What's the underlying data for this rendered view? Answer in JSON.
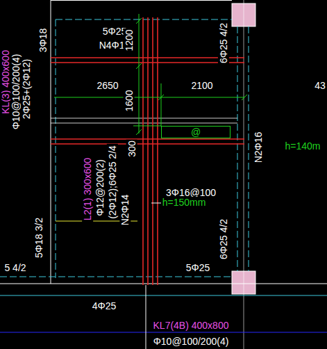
{
  "diagram": {
    "nodes": [
      {
        "text": [
          "@"
        ]
      }
    ],
    "labels": [
      "5Φ25",
      "N4Φ14",
      "3Φ18",
      "KL(3) 400x600",
      "Φ10@100/200(4)",
      "2Φ25+(2Φ12)",
      "1200",
      "2650",
      "2100",
      "43",
      "1600",
      "6Φ25 4/2",
      "N2Φ16",
      "h=140m",
      "300",
      "L2(1) 300x600",
      "Φ12@200(2)",
      "(2Φ12);6Φ25 2/4",
      "N2Φ14",
      "3Φ16@100",
      "h=150mm",
      "5Φ18 3/2",
      "6Φ25 4/2",
      "5 4/2",
      "5Φ25",
      "4Φ25",
      "KL7(4B) 400x800",
      "Φ10@100/200(4)"
    ]
  }
}
